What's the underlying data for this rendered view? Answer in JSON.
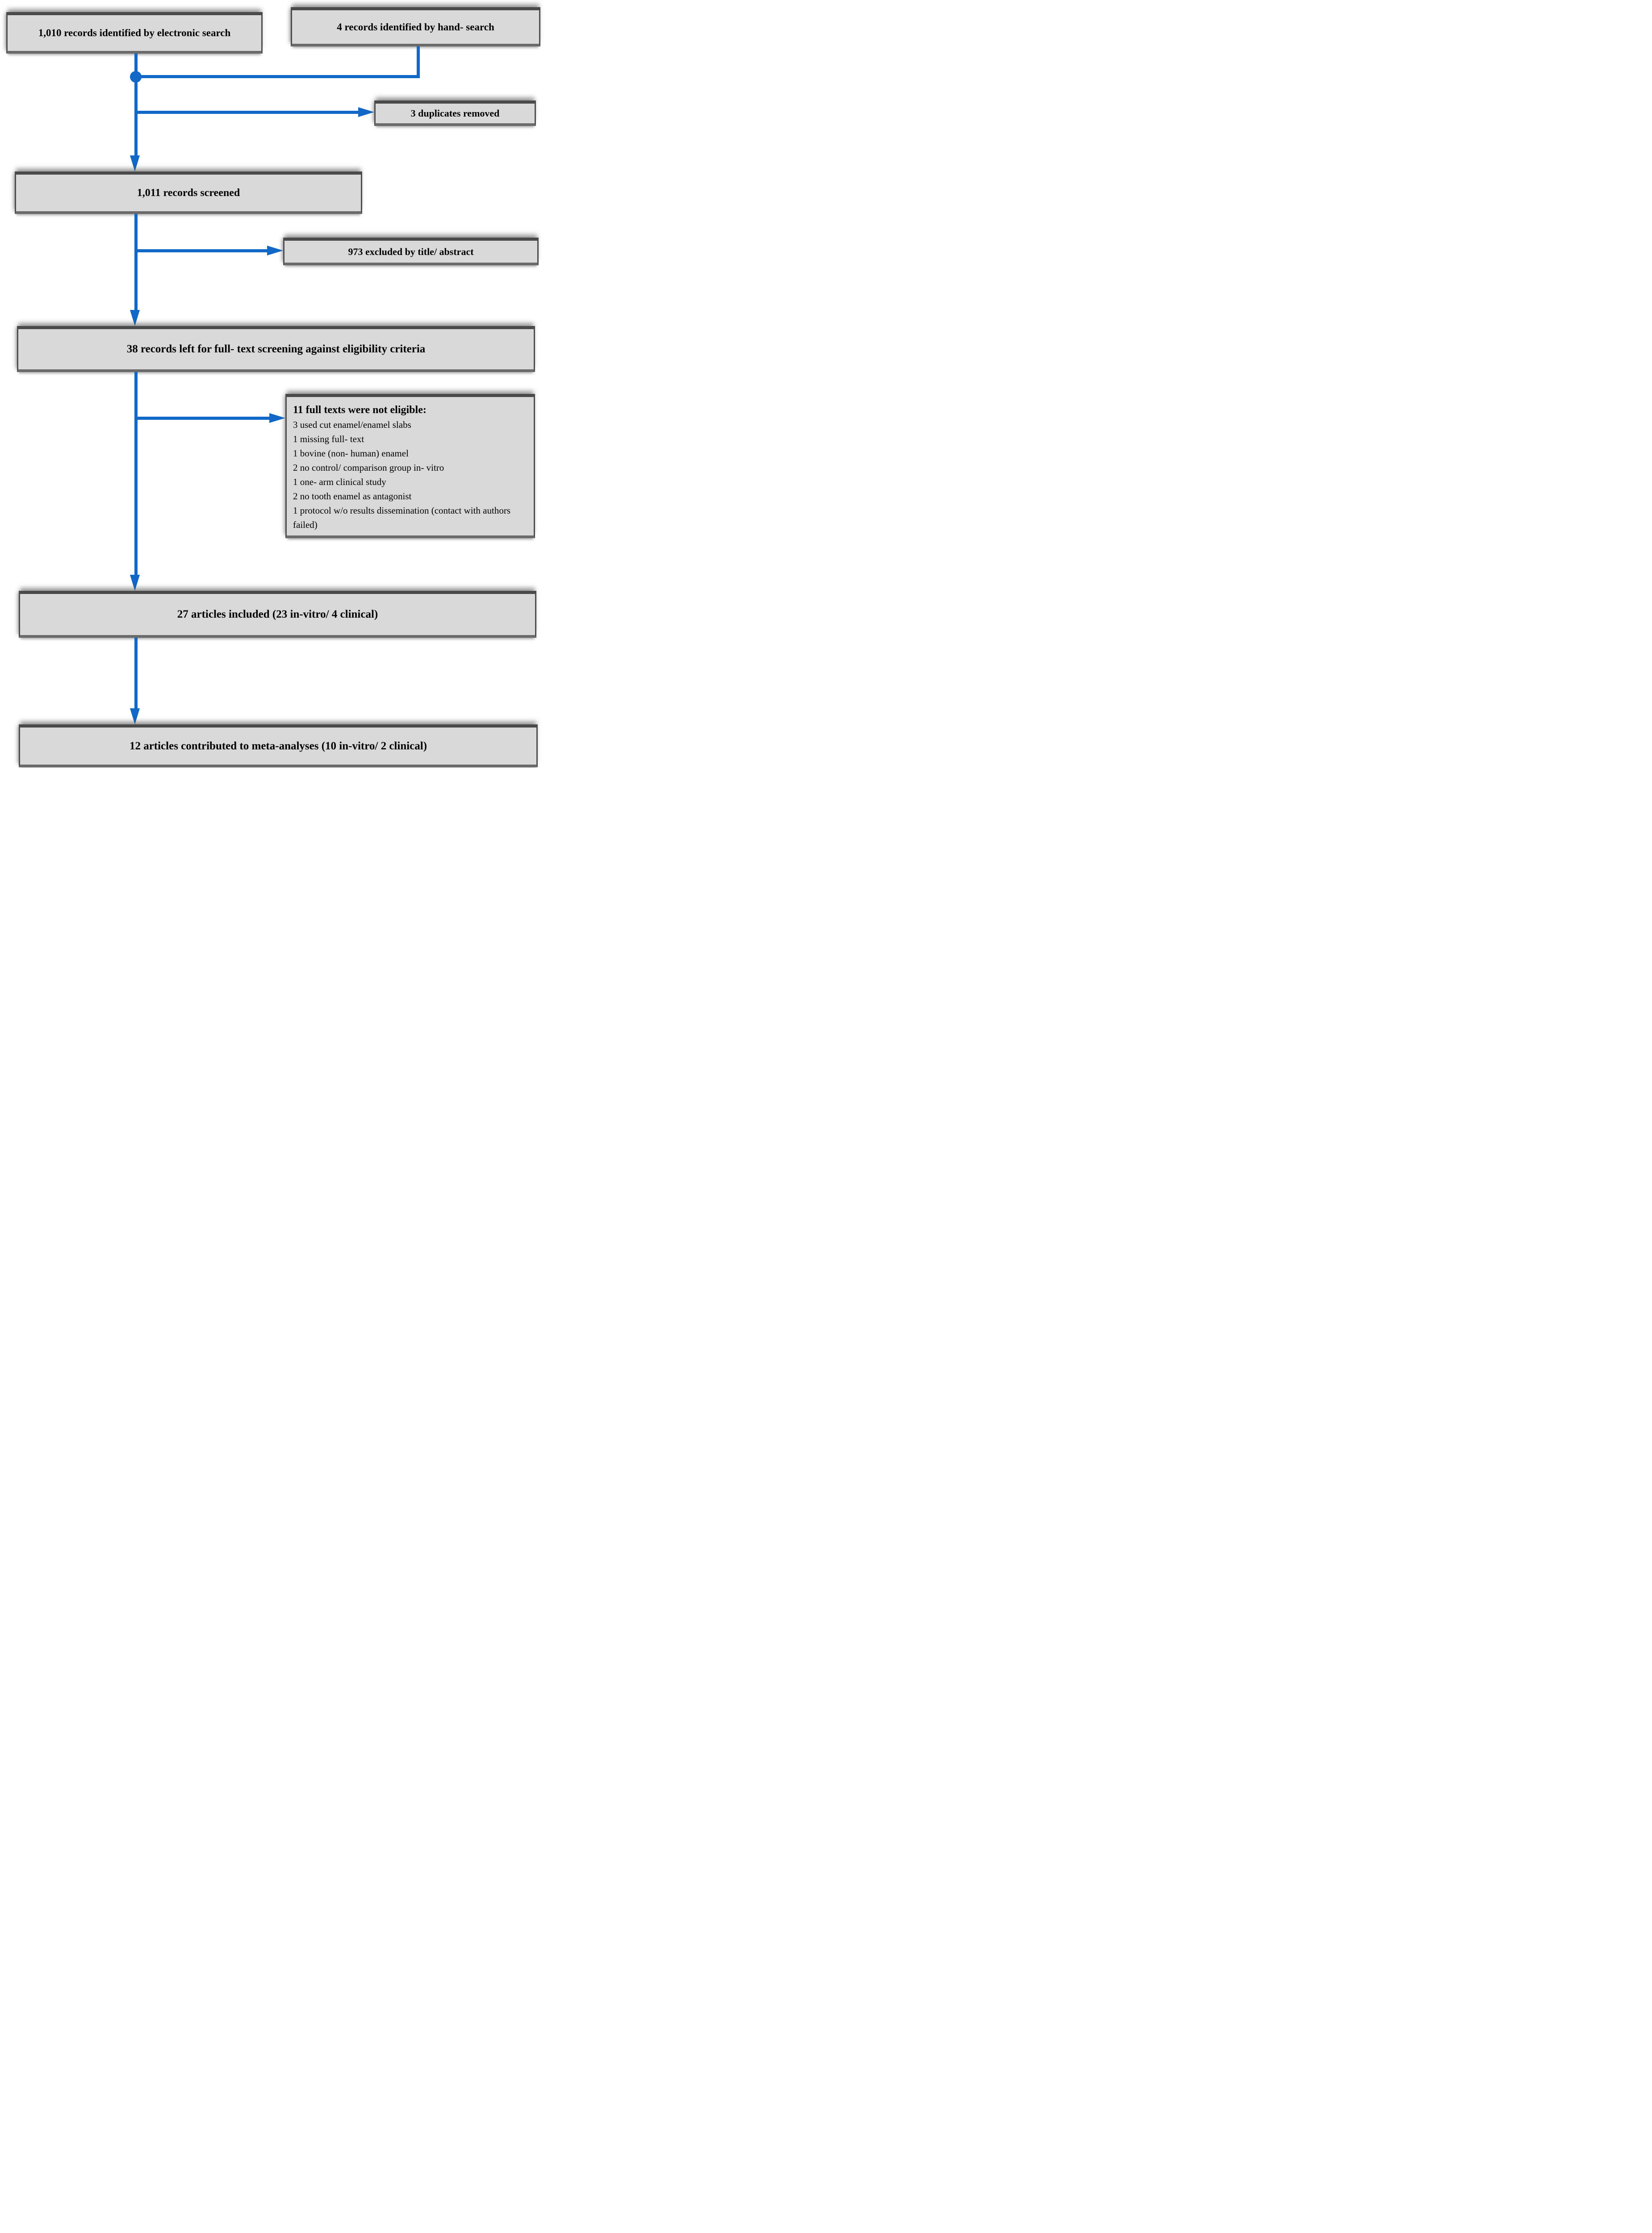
{
  "colors": {
    "arrow_blue": "#1268c6",
    "box_fill": "#d9d9d9",
    "box_border": "#4e4e4e",
    "text": "#000000",
    "background": "#ffffff"
  },
  "nodes": {
    "electronic_search": {
      "label": "1,010 records identified by electronic search"
    },
    "hand_search": {
      "label": "4 records identified by hand- search"
    },
    "duplicates_removed": {
      "label": "3 duplicates removed"
    },
    "records_screened": {
      "label": "1,011 records screened"
    },
    "excluded_title_abstract": {
      "label": "973 excluded by title/ abstract"
    },
    "fulltext_screening": {
      "label": "38 records left for full- text screening against eligibility criteria"
    },
    "not_eligible": {
      "title": "11 full texts were not eligible:",
      "items": [
        "3 used cut enamel/enamel slabs",
        "1 missing full- text",
        "1 bovine (non- human) enamel",
        "2 no control/ comparison group in- vitro",
        "1 one- arm clinical study",
        "2 no tooth enamel as antagonist",
        "1 protocol w/o results dissemination (contact with authors failed)"
      ]
    },
    "articles_included": {
      "label": "27 articles included (23 in-vitro/ 4 clinical)"
    },
    "meta_analyses": {
      "label": "12 articles contributed to meta-analyses (10 in-vitro/ 2 clinical)"
    }
  }
}
